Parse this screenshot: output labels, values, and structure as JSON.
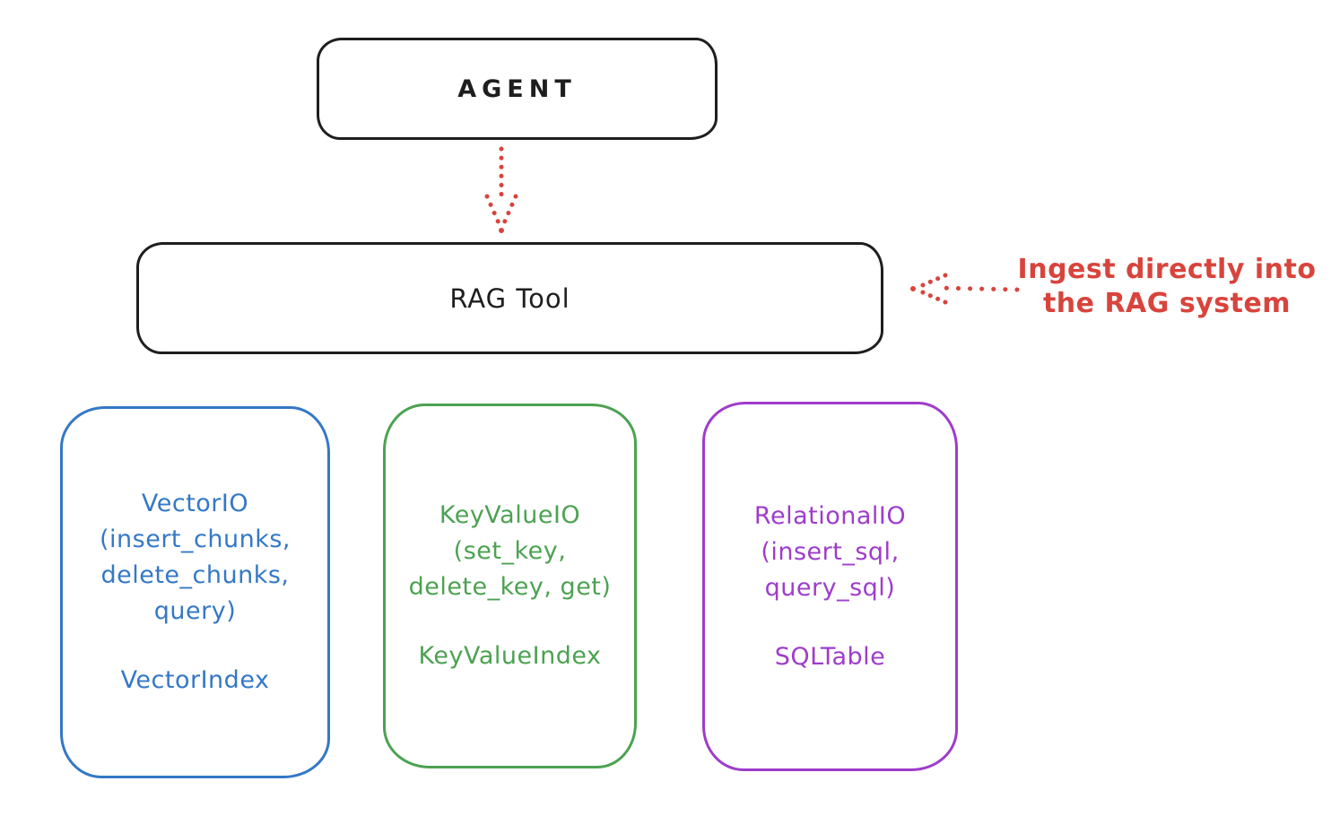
{
  "diagram": {
    "title_context": "RAG system architecture sketch",
    "colors": {
      "background": "#ffffff",
      "stroke_black": "#1e1e1e",
      "accent_red": "#d8443c",
      "accent_blue": "#3478c6",
      "accent_green": "#4ca251",
      "accent_purple": "#9e3ccb"
    },
    "nodes": {
      "agent": {
        "label": "AGENT"
      },
      "rag_tool": {
        "label": "RAG Tool"
      },
      "vector_io": {
        "line1": "VectorIO",
        "line2": "(insert_chunks,",
        "line3": "delete_chunks,",
        "line4": "query)",
        "footer": "VectorIndex"
      },
      "keyvalue_io": {
        "line1": "KeyValueIO",
        "line2": "(set_key,",
        "line3": "delete_key, get)",
        "footer": "KeyValueIndex"
      },
      "relational_io": {
        "line1": "RelationalIO",
        "line2": "(insert_sql,",
        "line3": "query_sql)",
        "footer": "SQLTable"
      }
    },
    "connectors": {
      "agent_to_ragtool": {
        "style": "dotted",
        "color": "#d8443c",
        "direction": "down"
      },
      "ingest_to_ragtool": {
        "style": "dotted",
        "color": "#d8443c",
        "direction": "left"
      }
    },
    "annotation": {
      "line1": "Ingest directly into",
      "line2": "the RAG system"
    }
  }
}
